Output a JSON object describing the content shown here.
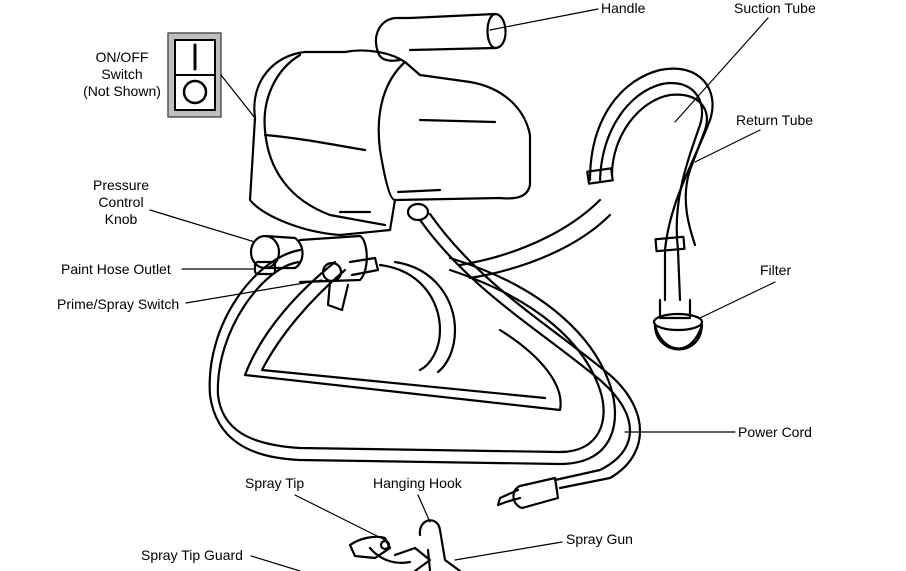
{
  "labels": {
    "handle": "Handle",
    "suction_tube": "Suction Tube",
    "return_tube": "Return Tube",
    "onoff_switch": [
      "ON/OFF",
      "Switch",
      "(Not Shown)"
    ],
    "pressure_knob": [
      "Pressure",
      "Control",
      "Knob"
    ],
    "paint_hose_outlet": "Paint Hose Outlet",
    "prime_spray_switch": "Prime/Spray Switch",
    "filter": "Filter",
    "power_cord": "Power Cord",
    "spray_tip": "Spray Tip",
    "hanging_hook": "Hanging Hook",
    "spray_gun": "Spray Gun",
    "spray_tip_guard": "Spray Tip Guard"
  },
  "switch_symbols": {
    "on": "I",
    "off": "O"
  }
}
